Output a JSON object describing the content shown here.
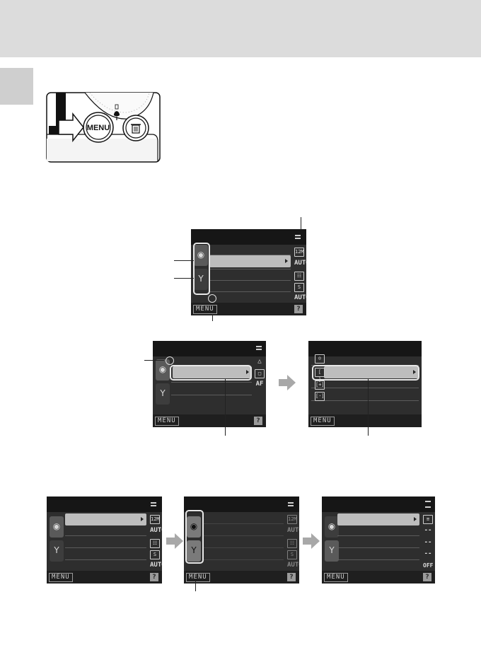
{
  "camera": {
    "menu_button_label": "MENU",
    "delete_icon": "trash-icon",
    "macro_icon": "tulip-icon",
    "arrow_icon": "arrow-right-icon"
  },
  "screen_labels": {
    "menu": "MENU",
    "help": "?"
  },
  "shooting_icons": [
    "12M",
    "AUTO",
    "☷",
    "S",
    "AUTO"
  ],
  "setup_icons": [
    "≡",
    "--",
    "--",
    "--",
    "OFF"
  ],
  "mid_screen_icons": [
    "△",
    "□",
    "AF"
  ],
  "af_options": [
    "☺",
    "[ ]",
    "[+]",
    "[·]"
  ],
  "colors": {
    "header_band": "#dcdcdc",
    "screen_bg": "#2e2e2e",
    "selected_row": "#bdbdbd",
    "arrow_gray": "#a8a8a8"
  }
}
